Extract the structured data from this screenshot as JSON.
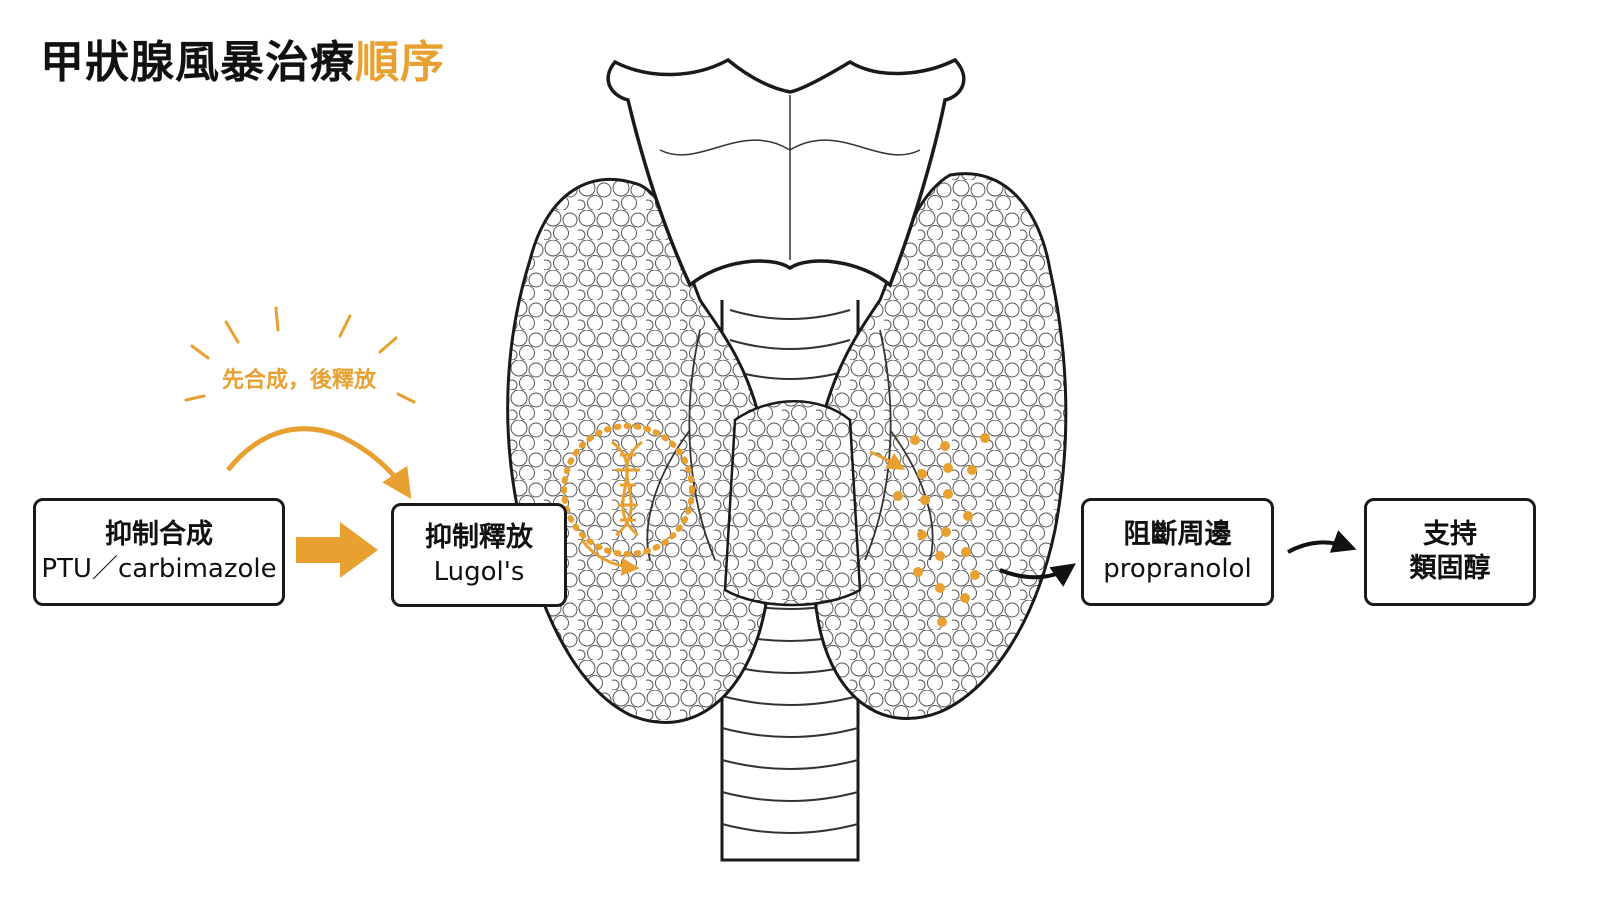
{
  "title": {
    "main": "甲狀腺風暴治療",
    "highlight": "順序"
  },
  "note": "先合成，後釋放",
  "steps": [
    {
      "line1": "抑制合成",
      "line2": "PTU／carbimazole"
    },
    {
      "line1": "抑制釋放",
      "line2": "Lugol's"
    },
    {
      "line1": "阻斷周邊",
      "line2": "propranolol"
    },
    {
      "line1": "支持",
      "line2": "類固醇"
    }
  ],
  "colors": {
    "accent": "#e8a030",
    "ink": "#1a1a1a"
  }
}
